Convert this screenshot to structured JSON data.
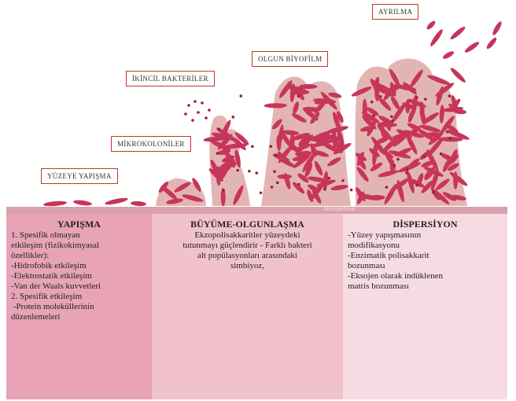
{
  "stage_labels": {
    "attachment": "YÜZEYE YAPIŞMA",
    "microcolonies": "MİKROKOLONİLER",
    "secondary": "İKİNCİL BAKTERİLER",
    "mature": "OLGUN BİYOFİLM",
    "detachment": "AYRILMA"
  },
  "watermark": "MicrobeProb",
  "panels": {
    "attachment": {
      "title": "YAPIŞMA",
      "lines": [
        "1. Spesifik olmayan",
        "etkileşim (fizikokimyasal",
        "özellikler):",
        "-Hidrofobik etkileşim",
        "-Elektrostatik etkileşim",
        "-Van der Waals kuvvetleri",
        "2. Spesifik etkileşim",
        " -Protein moleküllerinin",
        "düzenlemeleri"
      ]
    },
    "growth": {
      "title": "BÜYÜME-OLGUNLAŞMA",
      "lines": [
        "Ekzopolisakkaritler yüzeydeki",
        "tutunmayı güçlendirir - Farklı bakteri",
        "alt popülasyonları arasındaki",
        "simbiyoz,"
      ]
    },
    "dispersion": {
      "title": "DİSPERSİYON",
      "lines": [
        "-Yüzey yapışmasının",
        "modifikasyonu",
        "-Enzimatik polisakkarit",
        "bozunması",
        "-Eksojen olarak indüklenen",
        "matris bozunması"
      ]
    }
  },
  "colors": {
    "bacteria": "#c7355b",
    "matrix": "#e2b5b3",
    "dot": "#9e1f2f"
  }
}
